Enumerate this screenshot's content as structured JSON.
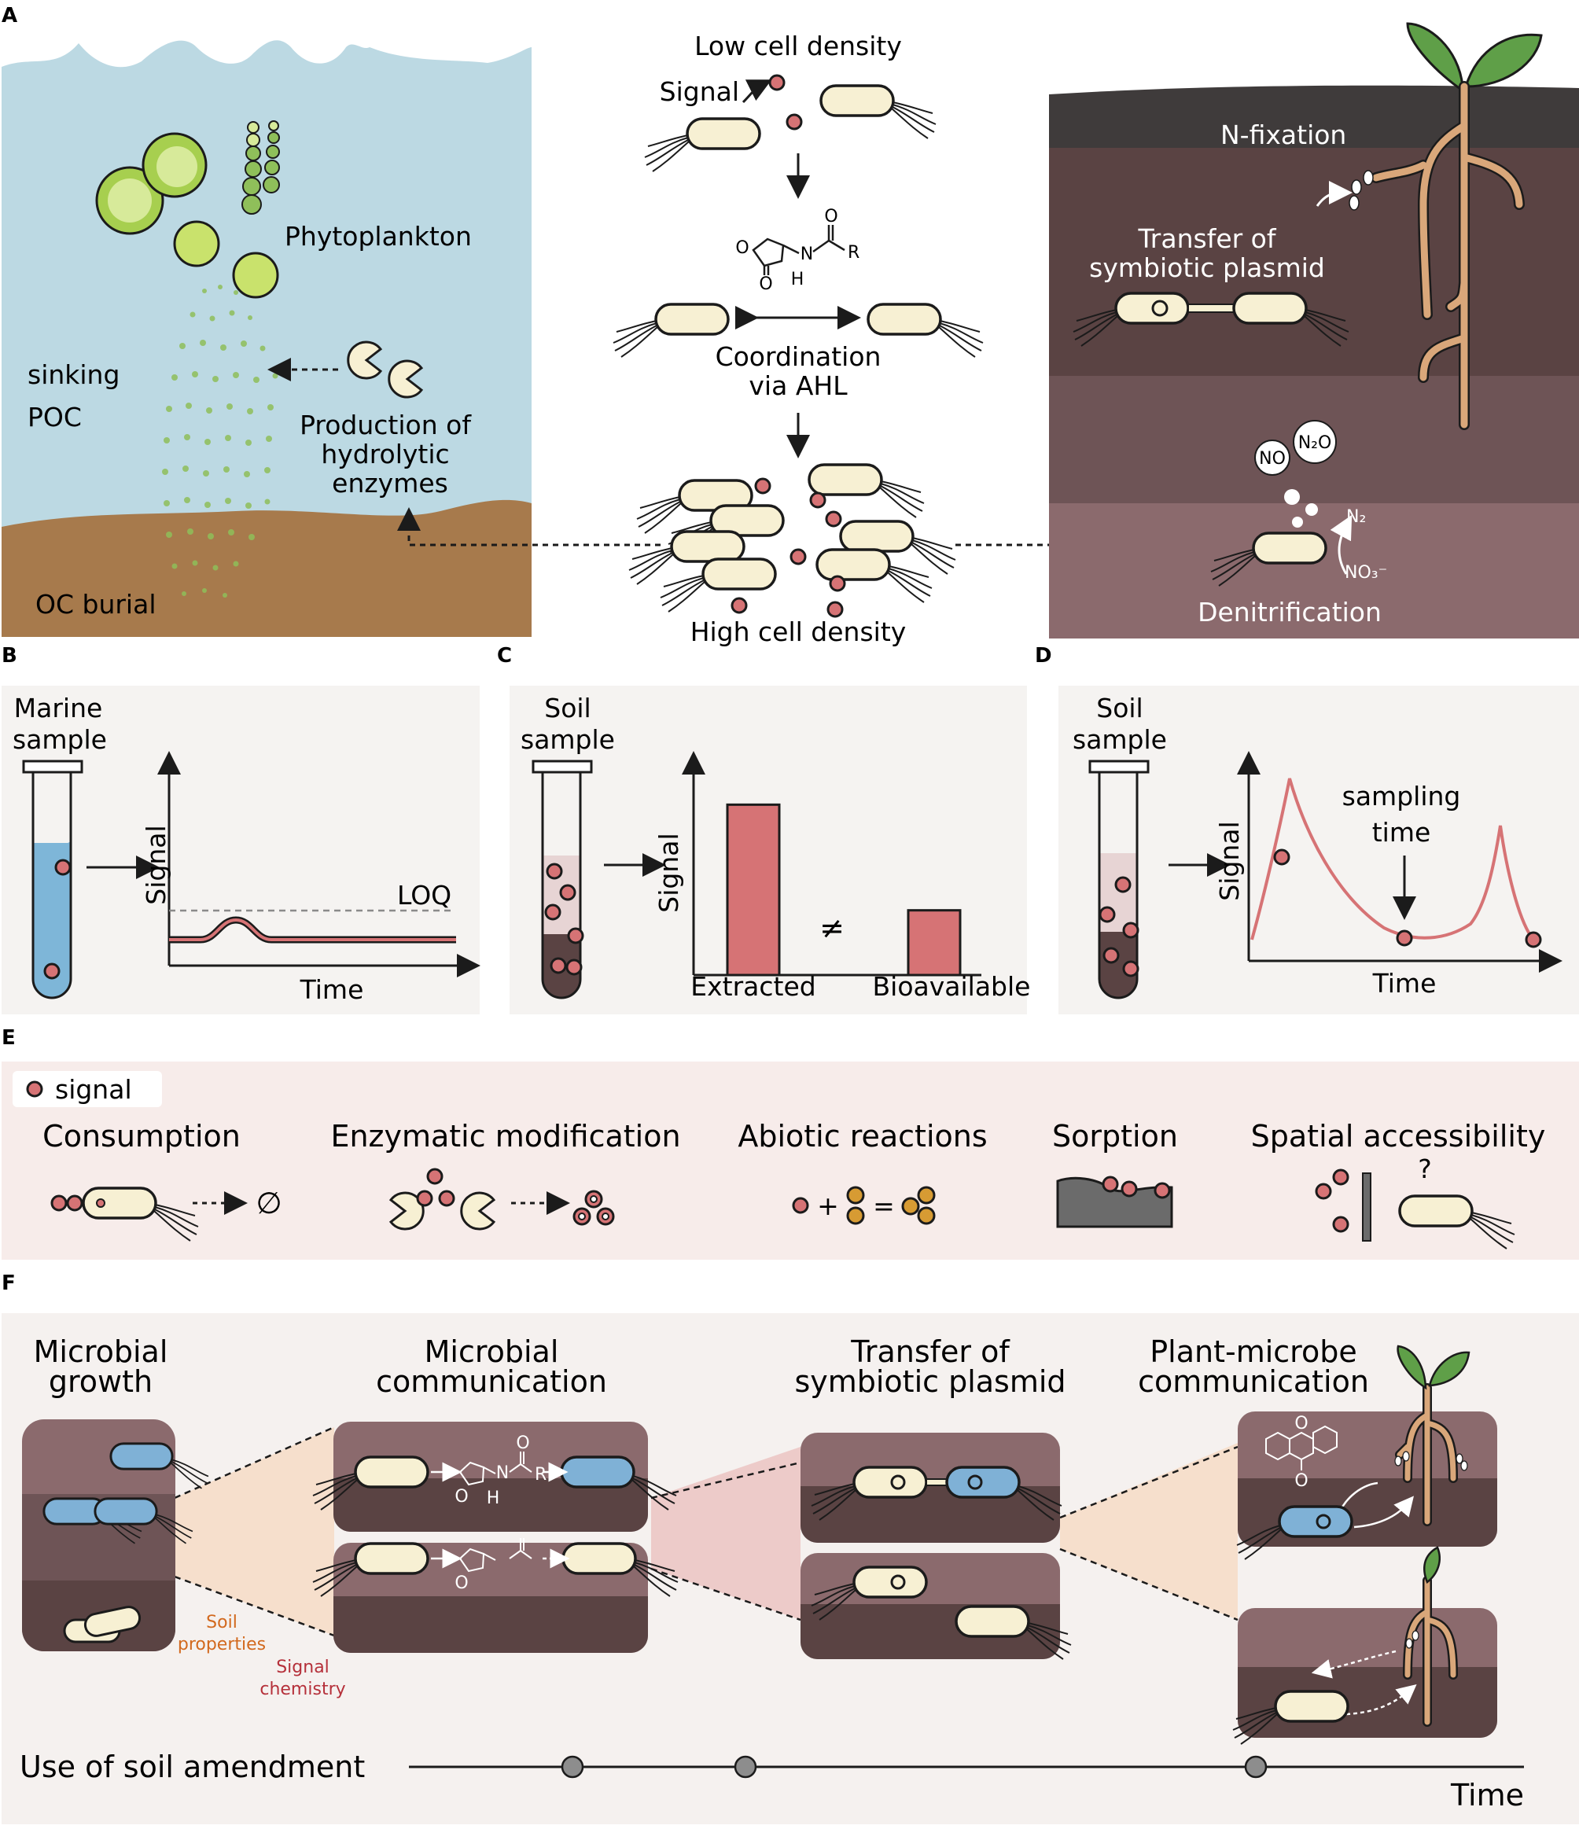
{
  "panels": {
    "a": {
      "letter": "A",
      "marine": {
        "phytoplankton": "Phytoplankton",
        "sinking": "sinking",
        "poc": "POC",
        "production_l1": "Production of",
        "production_l2": "hydrolytic",
        "production_l3": "enzymes",
        "oc_burial": "OC burial"
      },
      "qs": {
        "low_density": "Low cell density",
        "signal": "Signal",
        "ahl_o1": "O",
        "ahl_o2": "O",
        "ahl_o3": "O",
        "ahl_n": "N",
        "ahl_h": "H",
        "ahl_r": "R",
        "coordination_l1": "Coordination",
        "coordination_l2": "via AHL",
        "high_density": "High cell density"
      },
      "soil": {
        "n_fixation": "N-fixation",
        "transfer_l1": "Transfer of",
        "transfer_l2": "symbiotic plasmid",
        "no": "NO",
        "n2o": "N₂O",
        "n2": "N₂",
        "no3": "NO₃⁻",
        "denitrification": "Denitrification"
      }
    },
    "b": {
      "letter": "B",
      "sample_l1": "Marine",
      "sample_l2": "sample",
      "ylabel": "Signal",
      "xlabel": "Time",
      "loq": "LOQ"
    },
    "c": {
      "letter": "C",
      "sample_l1": "Soil",
      "sample_l2": "sample",
      "ylabel": "Signal",
      "neq": "≠",
      "chart_data": {
        "type": "bar",
        "categories": [
          "Extracted",
          "Bioavailable"
        ],
        "values": [
          1.0,
          0.38
        ],
        "ylabel": "Signal",
        "ylim": [
          0,
          1.2
        ]
      }
    },
    "d": {
      "letter": "D",
      "sample_l1": "Soil",
      "sample_l2": "sample",
      "ylabel": "Signal",
      "xlabel": "Time",
      "sampling_l1": "sampling",
      "sampling_l2": "time"
    },
    "e": {
      "letter": "E",
      "legend_signal": "signal",
      "processes": [
        "Consumption",
        "Enzymatic modification",
        "Abiotic reactions",
        "Sorption",
        "Spatial accessibility"
      ],
      "plus": "+",
      "equals": "=",
      "null_symbol": "∅",
      "question": "?"
    },
    "f": {
      "letter": "F",
      "stage1_l1": "Microbial",
      "stage1_l2": "growth",
      "stage2_l1": "Microbial",
      "stage2_l2": "communication",
      "stage3_l1": "Transfer of",
      "stage3_l2": "symbiotic plasmid",
      "stage4_l1": "Plant-microbe",
      "stage4_l2": "communication",
      "soil_props_l1": "Soil",
      "soil_props_l2": "properties",
      "signal_chem_l1": "Signal",
      "signal_chem_l2": "chemistry",
      "ahl_o1": "O",
      "ahl_o2": "O",
      "ahl_o3": "O",
      "ahl_n": "N",
      "ahl_h": "H",
      "ahl_r": "R",
      "flav_o1": "O",
      "flav_o2": "O",
      "amendment": "Use of soil amendment",
      "time": "Time"
    }
  },
  "colors": {
    "water": "#bcd9e3",
    "sediment": "#a77a4c",
    "soil_dark": "#3f3131",
    "soil_mid": "#5a4343",
    "soil_light": "#8b6a6d",
    "panel_bg": "#f5f3f1",
    "panel_e_bg": "#f7ecea",
    "signal": "#d67375",
    "bacterium": "#f7f0d3",
    "bacterium_blue": "#7fb1d6",
    "root": "#d9a77a",
    "leaf": "#5f9f48",
    "orange_label": "#d2691e",
    "red_label": "#b5303a"
  }
}
